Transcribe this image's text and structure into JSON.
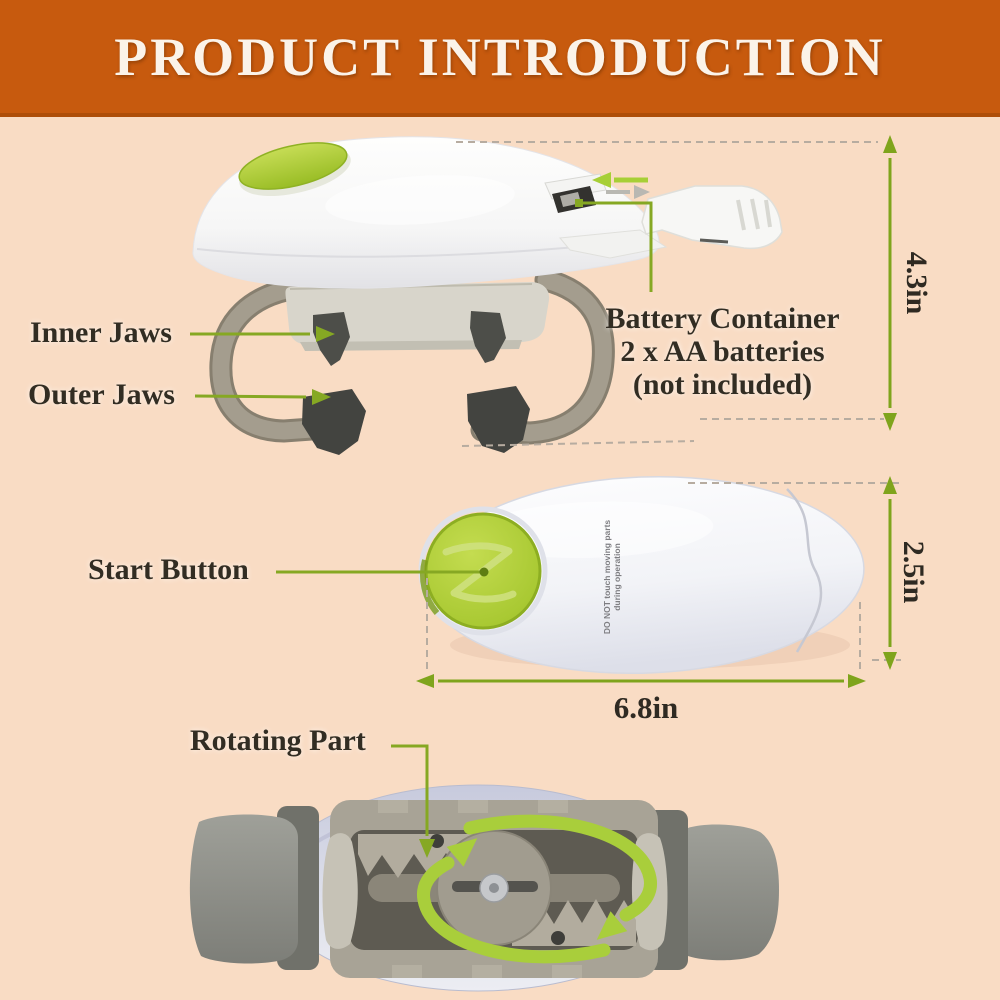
{
  "header": {
    "title": "PRODUCT INTRODUCTION"
  },
  "side_view": {
    "label_inner_jaws": "Inner Jaws",
    "label_outer_jaws": "Outer Jaws",
    "battery_label": [
      "Battery Container",
      "2 x AA batteries",
      "(not included)"
    ],
    "dim_height": "4.3in"
  },
  "top_view": {
    "label_start_button": "Start Button",
    "warning": [
      "DO NOT touch moving parts",
      "during operation"
    ],
    "dim_width": "2.5in",
    "dim_length": "6.8in"
  },
  "bottom_view": {
    "label_rotating_part": "Rotating Part"
  },
  "icons": {
    "slide_out_arrow": "left-arrow",
    "slide_in_arrow": "right-arrow",
    "rotation_arrows": "clockwise-rotation-arrows",
    "dimension_arrows": "double-headed-arrow"
  },
  "colors": {
    "header_bg": "#C75A0E",
    "page_bg": "#F9DCC4",
    "label_text": "#322D23",
    "leader_green": "#86A823",
    "dimension_green": "#7FA41C",
    "accent_green": "#A9CE3B",
    "button_green": "#AFCF33"
  }
}
